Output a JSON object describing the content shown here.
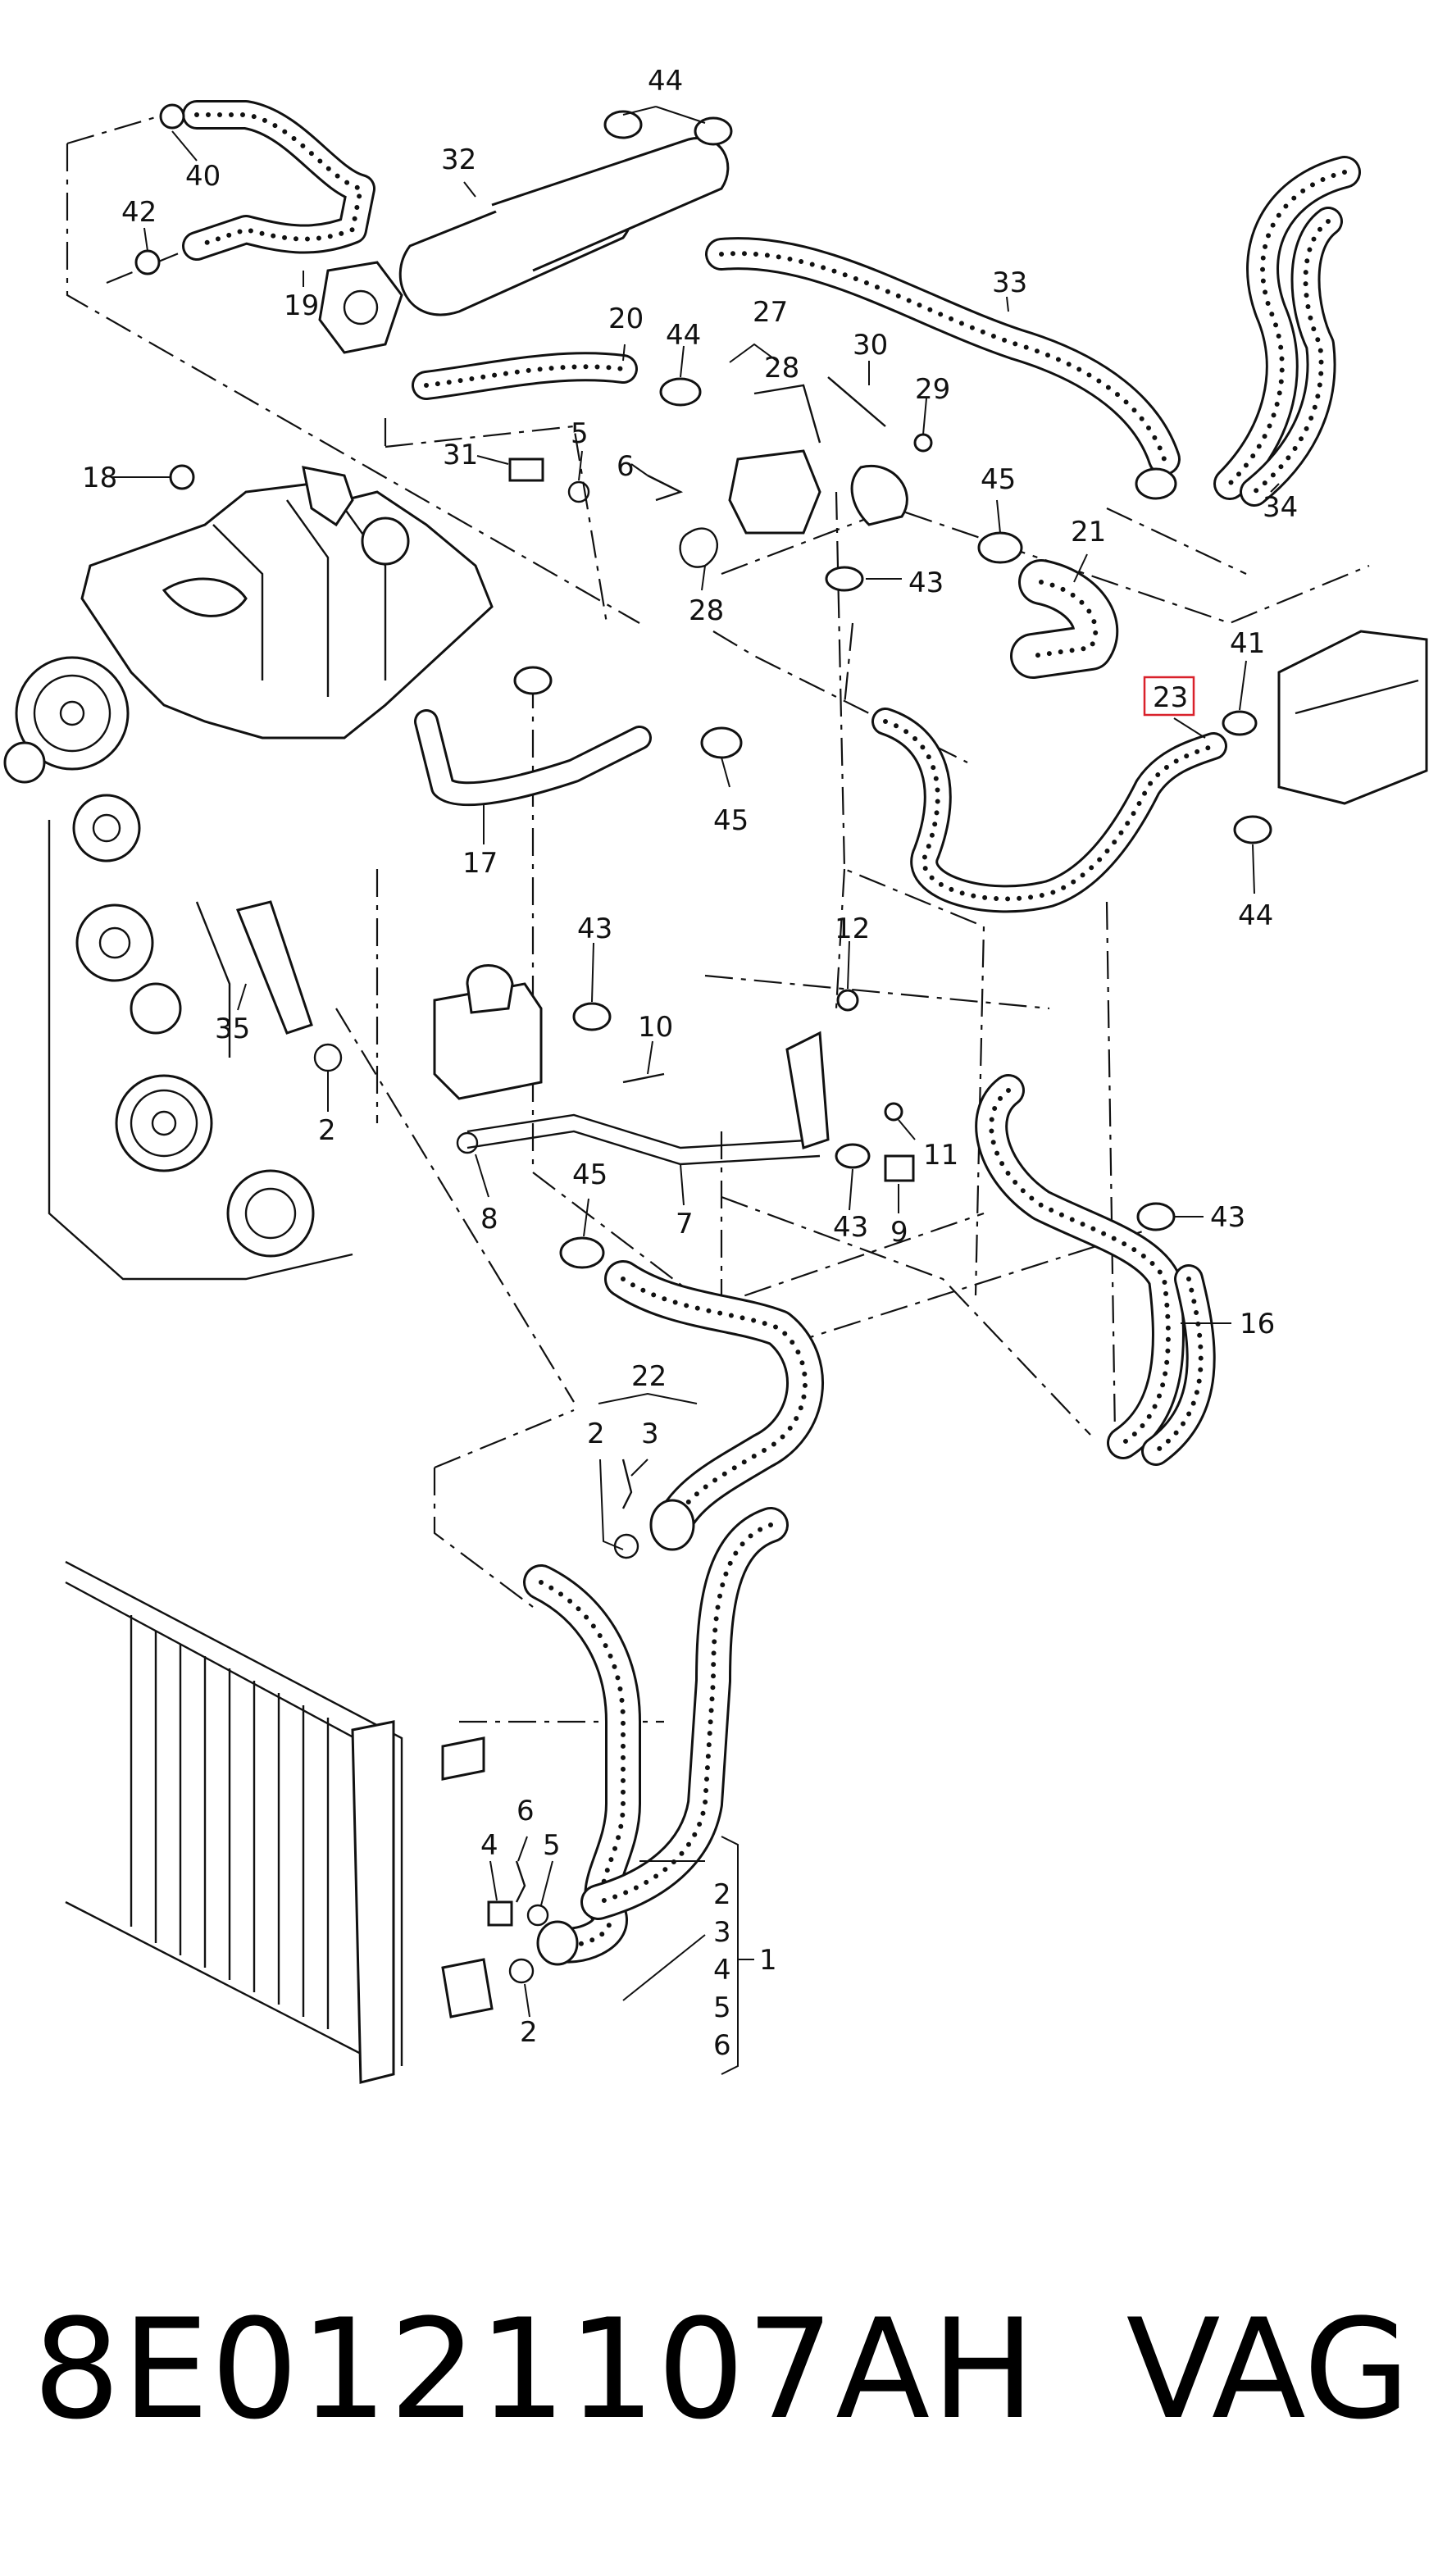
{
  "diagram": {
    "highlight_color": "#d9212b",
    "highlighted_callout": "23",
    "callouts": [
      {
        "id": "44",
        "label": "44"
      },
      {
        "id": "40",
        "label": "40"
      },
      {
        "id": "42",
        "label": "42"
      },
      {
        "id": "32",
        "label": "32"
      },
      {
        "id": "19",
        "label": "19"
      },
      {
        "id": "33",
        "label": "33"
      },
      {
        "id": "20",
        "label": "20"
      },
      {
        "id": "44b",
        "label": "44"
      },
      {
        "id": "27",
        "label": "27"
      },
      {
        "id": "28a",
        "label": "28"
      },
      {
        "id": "30",
        "label": "30"
      },
      {
        "id": "29",
        "label": "29"
      },
      {
        "id": "18",
        "label": "18"
      },
      {
        "id": "31",
        "label": "31"
      },
      {
        "id": "5",
        "label": "5"
      },
      {
        "id": "6",
        "label": "6"
      },
      {
        "id": "45a",
        "label": "45"
      },
      {
        "id": "34",
        "label": "34"
      },
      {
        "id": "21",
        "label": "21"
      },
      {
        "id": "43a",
        "label": "43"
      },
      {
        "id": "28b",
        "label": "28"
      },
      {
        "id": "41",
        "label": "41"
      },
      {
        "id": "23",
        "label": "23"
      },
      {
        "id": "45b",
        "label": "45"
      },
      {
        "id": "17",
        "label": "17"
      },
      {
        "id": "44c",
        "label": "44"
      },
      {
        "id": "43b",
        "label": "43"
      },
      {
        "id": "12",
        "label": "12"
      },
      {
        "id": "10",
        "label": "10"
      },
      {
        "id": "35",
        "label": "35"
      },
      {
        "id": "11",
        "label": "11"
      },
      {
        "id": "2a",
        "label": "2"
      },
      {
        "id": "43c",
        "label": "43"
      },
      {
        "id": "8",
        "label": "8"
      },
      {
        "id": "7",
        "label": "7"
      },
      {
        "id": "45c",
        "label": "45"
      },
      {
        "id": "43d",
        "label": "43"
      },
      {
        "id": "9",
        "label": "9"
      },
      {
        "id": "16",
        "label": "16"
      },
      {
        "id": "22",
        "label": "22"
      },
      {
        "id": "2b",
        "label": "2"
      },
      {
        "id": "3a",
        "label": "3"
      },
      {
        "id": "6b",
        "label": "6"
      },
      {
        "id": "4a",
        "label": "4"
      },
      {
        "id": "5b",
        "label": "5"
      },
      {
        "id": "2c",
        "label": "2"
      },
      {
        "id": "2d",
        "label": "2"
      },
      {
        "id": "3b",
        "label": "3"
      },
      {
        "id": "4b",
        "label": "4"
      },
      {
        "id": "5c",
        "label": "5"
      },
      {
        "id": "6c",
        "label": "6"
      },
      {
        "id": "1",
        "label": "1"
      }
    ]
  },
  "footer": {
    "part_number": "8E0121107AH",
    "brand": "VAG"
  }
}
